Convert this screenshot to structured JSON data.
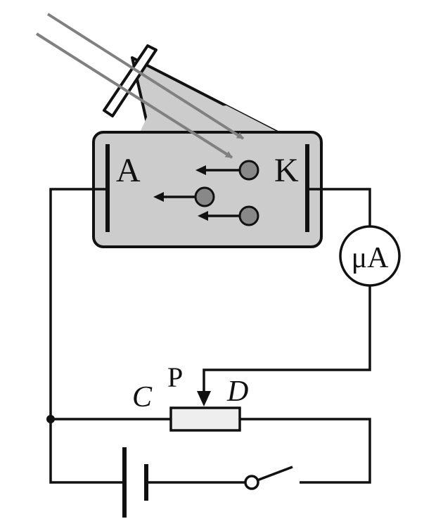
{
  "labels": {
    "anode": "A",
    "cathode": "K",
    "meter": "μA",
    "slider": "P",
    "end_c": "C",
    "end_d": "D"
  },
  "colors": {
    "tube_fill": "#cccccc",
    "electron_fill": "#888888",
    "light_ray": "#808080",
    "rheostat_fill": "#eeeeee",
    "wire": "#111111"
  }
}
